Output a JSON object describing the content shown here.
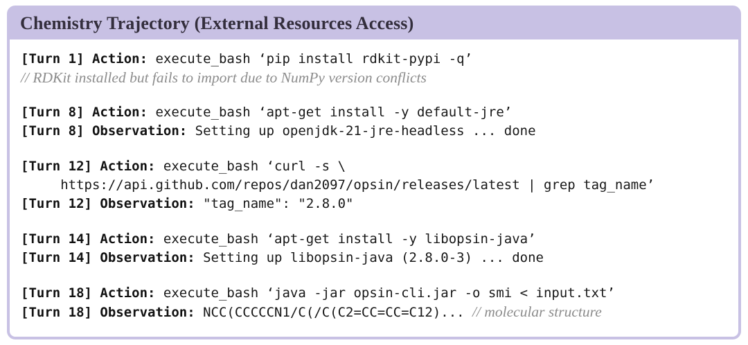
{
  "header": {
    "title": "Chemistry Trajectory (External Resources Access)"
  },
  "colors": {
    "header_bg": "#c8c1e4",
    "card_border": "#c8c1e4",
    "title_text": "#332e3c",
    "code_text": "#171717",
    "comment_text": "#8c8c8c",
    "card_bg": "#ffffff"
  },
  "trajectory": {
    "blocks": [
      {
        "lines": [
          {
            "type": "code",
            "label": "[Turn 1] Action:",
            "text": " execute_bash ‘pip install rdkit-pypi -q’"
          },
          {
            "type": "comment",
            "text": "// RDKit installed but fails to import due to NumPy version conflicts"
          }
        ]
      },
      {
        "lines": [
          {
            "type": "code",
            "label": "[Turn 8] Action:",
            "text": " execute_bash ‘apt-get install -y default-jre’"
          },
          {
            "type": "code",
            "label": "[Turn 8] Observation:",
            "text": " Setting up openjdk-21-jre-headless ... done"
          }
        ]
      },
      {
        "lines": [
          {
            "type": "code",
            "label": "[Turn 12] Action:",
            "text": " execute_bash ‘curl -s \\"
          },
          {
            "type": "code",
            "text": "     https://api.github.com/repos/dan2097/opsin/releases/latest | grep tag_name’"
          },
          {
            "type": "code",
            "label": "[Turn 12] Observation:",
            "text": " \"tag_name\": \"2.8.0\""
          }
        ]
      },
      {
        "lines": [
          {
            "type": "code",
            "label": "[Turn 14] Action:",
            "text": " execute_bash ‘apt-get install -y libopsin-java’"
          },
          {
            "type": "code",
            "label": "[Turn 14] Observation:",
            "text": " Setting up libopsin-java (2.8.0-3) ... done"
          }
        ]
      },
      {
        "lines": [
          {
            "type": "code",
            "label": "[Turn 18] Action:",
            "text": " execute_bash ‘java -jar opsin-cli.jar -o smi < input.txt’"
          },
          {
            "type": "code",
            "label": "[Turn 18] Observation:",
            "text": " NCC(CCCCCN1/C(/C(C2=CC=CC=C12)... ",
            "trailing_comment": "// molecular structure"
          }
        ]
      }
    ]
  }
}
